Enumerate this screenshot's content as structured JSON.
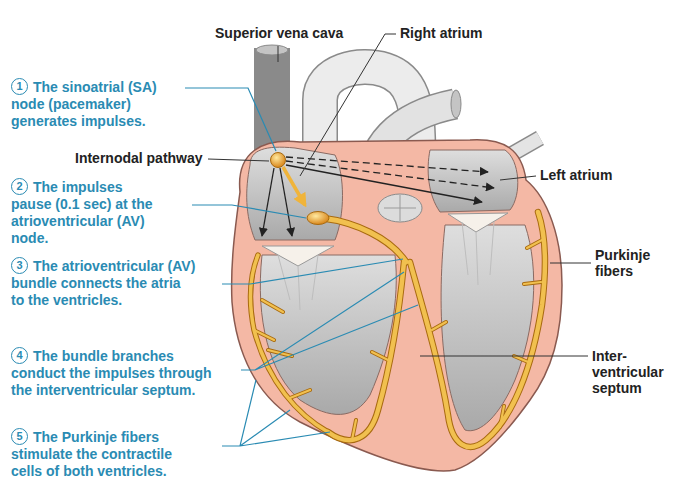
{
  "diagram": {
    "labels": [
      "Superior vena cava",
      "Right atrium",
      "1",
      "The sinoatrial (SA) node (pacemaker) generates impulses.",
      "Internodal pathway",
      "Left atrium",
      "2",
      "The impulses pause (0.1 sec) at the atrioventricular (AV) node.",
      "3",
      "The atrioventricular (AV) bundle connects the atria to the ventricles.",
      "Purkinje fibers",
      "4",
      "The bundle branches conduct the impulses through the interventricular septum.",
      "Inter- ventricular septum",
      "5",
      "The Purkinje fibers stimulate the contractile cells of both ventricles."
    ]
  }
}
